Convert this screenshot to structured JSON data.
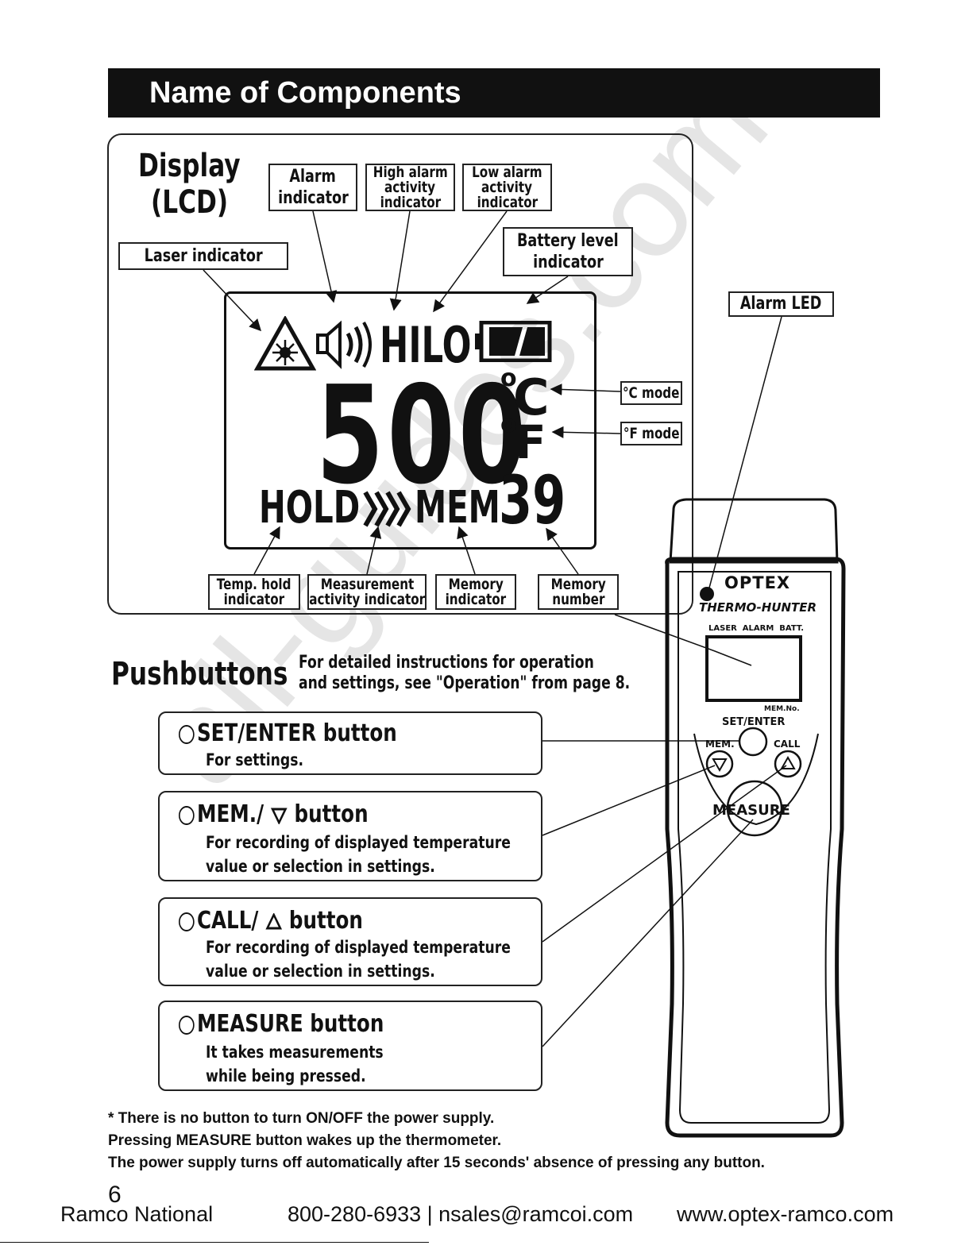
{
  "header": {
    "title": "Name of Components"
  },
  "display_section": {
    "title_line1": "Display",
    "title_line2": "(LCD)",
    "labels": {
      "alarm_indicator": [
        "Alarm",
        "indicator"
      ],
      "high_alarm": [
        "High alarm",
        "activity",
        "indicator"
      ],
      "low_alarm": [
        "Low alarm",
        "activity",
        "indicator"
      ],
      "battery": [
        "Battery level",
        "indicator"
      ],
      "laser": [
        "Laser indicator"
      ],
      "c_mode": [
        "°C mode"
      ],
      "f_mode": [
        "°F mode"
      ],
      "temp_hold": [
        "Temp. hold",
        "indicator"
      ],
      "measurement_activity": [
        "Measurement",
        "activity indicator"
      ],
      "memory_indicator": [
        "Memory",
        "indicator"
      ],
      "memory_number": [
        "Memory",
        "number"
      ],
      "alarm_led": [
        "Alarm LED"
      ]
    },
    "lcd": {
      "hilo": "HILO",
      "reading": "500",
      "unit_c": "C",
      "unit_f": "F",
      "degree": "o",
      "hold": "HOLD",
      "mem": "MEM",
      "mem_number": "39"
    }
  },
  "device": {
    "brand": "OPTEX",
    "model": "THERMO-HUNTER",
    "top_labels": "LASER  ALARM  BATT.",
    "mem_no": "MEM.No.",
    "set_enter": "SET/ENTER",
    "mem": "MEM.",
    "call": "CALL",
    "measure": "MEASURE"
  },
  "pushbuttons": {
    "title": "Pushbuttons",
    "intro_line1": "For detailed instructions for operation",
    "intro_line2": "and settings, see \"Operation\" from page 8.",
    "buttons": [
      {
        "title": "SET/ENTER button",
        "desc": [
          "For settings."
        ]
      },
      {
        "title": "MEM./",
        "title_after": "button",
        "desc": [
          "For recording of displayed temperature",
          "value or selection in settings."
        ]
      },
      {
        "title": "CALL/",
        "title_after": "button",
        "desc": [
          "For recording of displayed temperature",
          "value or selection in settings."
        ]
      },
      {
        "title": "MEASURE button",
        "desc": [
          "It takes measurements",
          "while being pressed."
        ]
      }
    ]
  },
  "notes": [
    "* There is no button to turn ON/OFF the power supply.",
    "Pressing MEASURE button wakes up the thermometer.",
    "The power supply turns off automatically after 15 seconds' absence of pressing any button."
  ],
  "footer": {
    "page_number": "6",
    "company": "Ramco National",
    "contact": "800-280-6933 | nsales@ramcoi.com",
    "website": "www.optex-ramco.com"
  },
  "watermark": "all-guides.com"
}
